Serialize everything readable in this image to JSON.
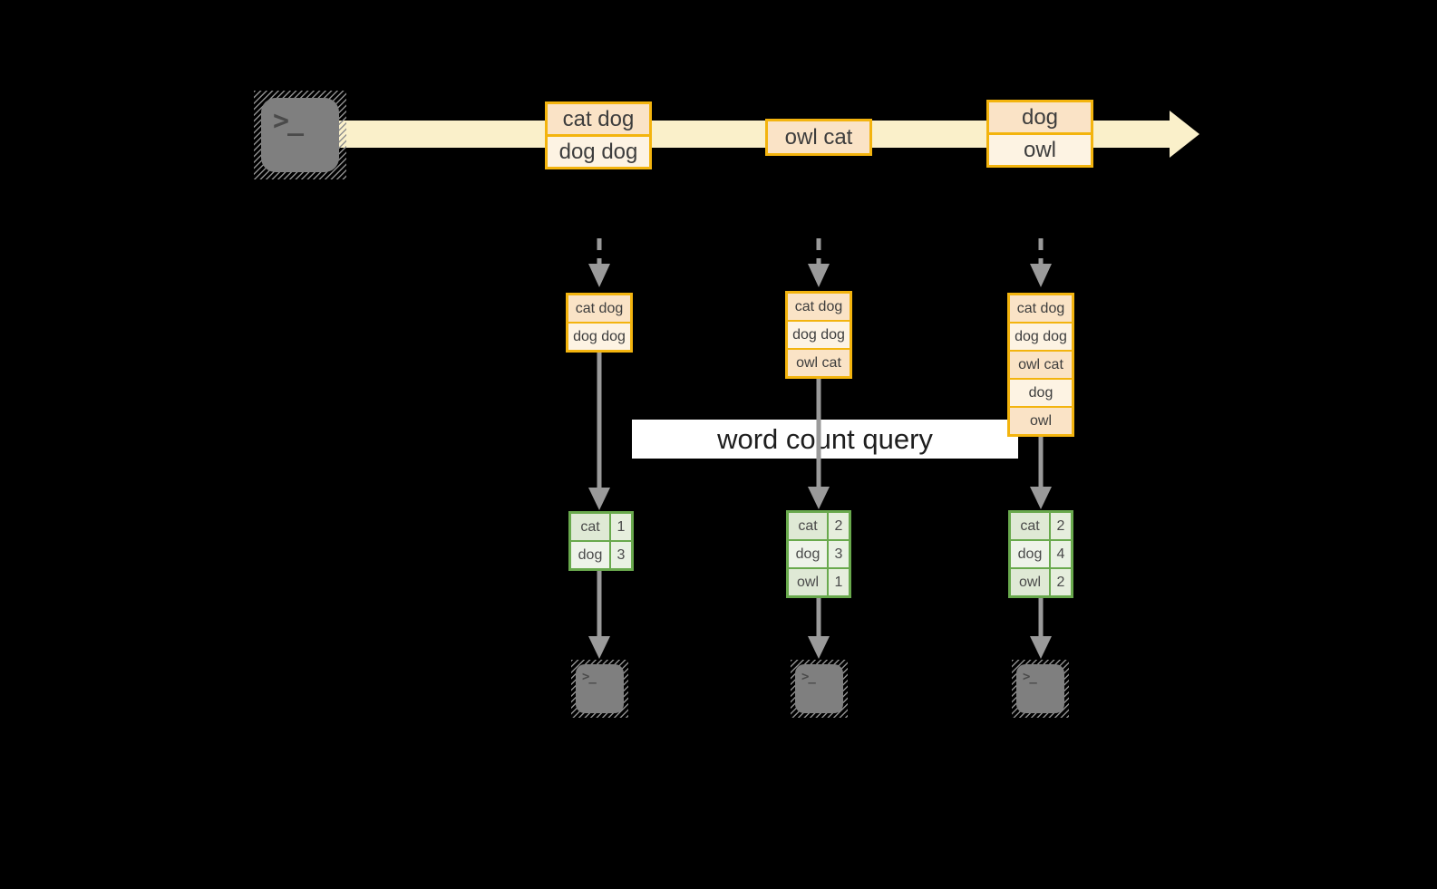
{
  "colors": {
    "background": "#000000",
    "stream_band": "#faf0ca",
    "amber_border": "#f3b40e",
    "orange_row_dark": "#fae3c6",
    "orange_row_light": "#fdf3e3",
    "green_border": "#69a94d",
    "green_cell_dark": "#dfe9d5",
    "green_cell_light": "#eef3e9",
    "arrow_gray": "#9a9a9a",
    "terminal_gray": "#7f7f7f",
    "query_band_bg": "#ffffff",
    "query_text": "#1e1e1e"
  },
  "icons": {
    "terminal_prompt": ">_"
  },
  "query": {
    "label": "word count query"
  },
  "stream": {
    "batches": [
      {
        "rows": [
          "cat dog",
          "dog dog"
        ]
      },
      {
        "rows": [
          "owl cat"
        ]
      },
      {
        "rows": [
          "dog",
          "owl"
        ]
      }
    ]
  },
  "columns": [
    {
      "input": {
        "rows": [
          "cat dog",
          "dog dog"
        ]
      },
      "counts": {
        "rows": [
          {
            "word": "cat",
            "count": "1"
          },
          {
            "word": "dog",
            "count": "3"
          }
        ]
      }
    },
    {
      "input": {
        "rows": [
          "cat dog",
          "dog dog",
          "owl cat"
        ]
      },
      "counts": {
        "rows": [
          {
            "word": "cat",
            "count": "2"
          },
          {
            "word": "dog",
            "count": "3"
          },
          {
            "word": "owl",
            "count": "1"
          }
        ]
      }
    },
    {
      "input": {
        "rows": [
          "cat dog",
          "dog dog",
          "owl cat",
          "dog",
          "owl"
        ]
      },
      "counts": {
        "rows": [
          {
            "word": "cat",
            "count": "2"
          },
          {
            "word": "dog",
            "count": "4"
          },
          {
            "word": "owl",
            "count": "2"
          }
        ]
      }
    }
  ]
}
